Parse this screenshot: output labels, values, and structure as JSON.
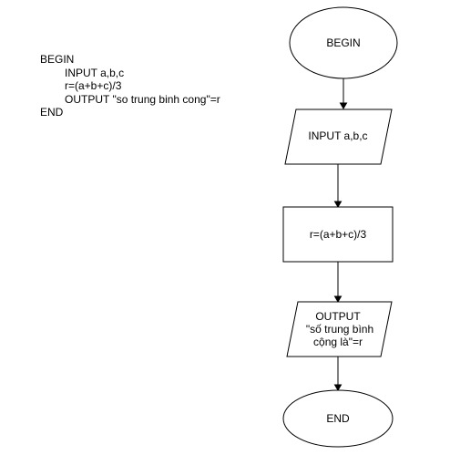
{
  "pseudocode": {
    "lines": [
      "BEGIN",
      "INPUT a,b,c",
      "r=(a+b+c)/3",
      "OUTPUT \"so trung binh cong\"=r",
      "END"
    ]
  },
  "flowchart": {
    "begin": "BEGIN",
    "input": "INPUT a,b,c",
    "process": "r=(a+b+c)/3",
    "output": {
      "line1": "OUTPUT",
      "line2": "\"số trung bình",
      "line3": "cộng là\"=r"
    },
    "end": "END"
  }
}
